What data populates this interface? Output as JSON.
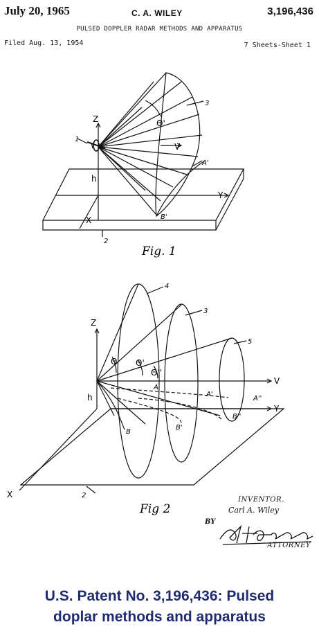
{
  "header": {
    "date": "July 20, 1965",
    "inventor": "C. A. WILEY",
    "patent_number": "3,196,436",
    "title": "PULSED DOPPLER RADAR METHODS AND APPARATUS",
    "filed": "Filed Aug. 13, 1954",
    "sheets": "7 Sheets-Sheet 1"
  },
  "fig1": {
    "caption": "Fig. 1",
    "labels": {
      "z": "Z",
      "y": "Y",
      "x": "X",
      "v": "V",
      "h": "h",
      "theta": "Θ'",
      "a": "A'",
      "b": "B'",
      "n1": "1",
      "n2": "2",
      "n3": "3"
    }
  },
  "fig2": {
    "caption": "Fig 2",
    "labels": {
      "z": "Z",
      "y": "Y",
      "x": "X",
      "v": "V",
      "h": "h",
      "theta": "Θ",
      "theta1": "Θ'",
      "theta2": "Θ''",
      "a": "A",
      "a1": "A'",
      "a2": "A''",
      "b": "B",
      "b1": "B'",
      "b2": "B''",
      "n2": "2",
      "n3": "3",
      "n4": "4",
      "n5": "5"
    }
  },
  "signature": {
    "inventor_label": "INVENTOR.",
    "inventor_name": "Carl A. Wiley",
    "by": "BY",
    "attorney": "ATTORNEY"
  },
  "caption": {
    "line1": "U.S. Patent No. 3,196,436: Pulsed",
    "line2": "doplar methods and apparatus"
  },
  "colors": {
    "ink": "#111111",
    "caption": "#1f2b6e"
  }
}
